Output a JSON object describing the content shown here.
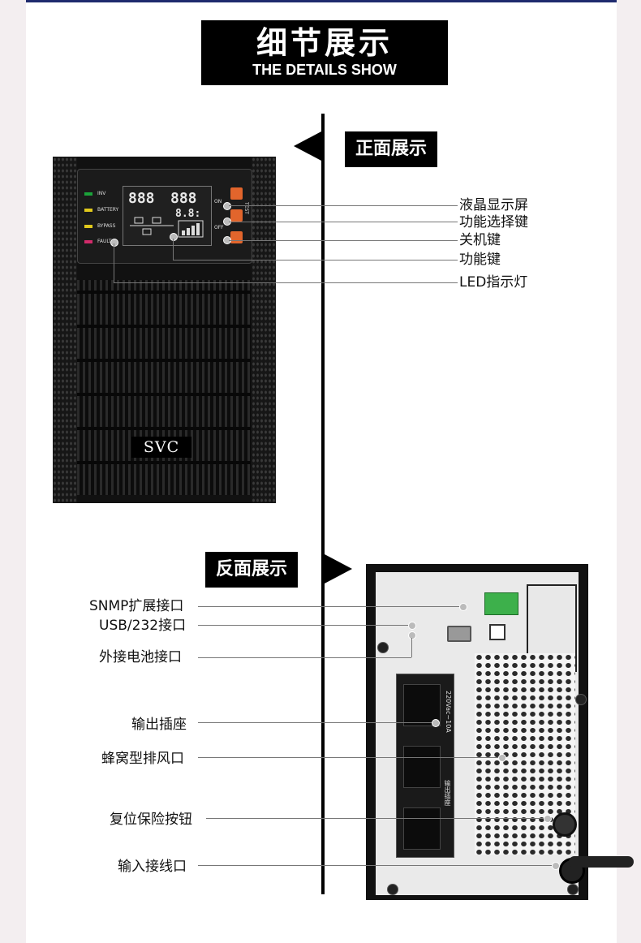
{
  "header": {
    "title_cn": "细节展示",
    "title_en": "THE DETAILS SHOW"
  },
  "front": {
    "section_label": "正面展示",
    "brand": "SVC",
    "indicators": [
      "INV",
      "BATTERY",
      "BYPASS",
      "FAULT"
    ],
    "buttons": [
      "ON",
      "TEST",
      "OFF"
    ],
    "lcd_digits_left": "888",
    "lcd_digits_right": "888",
    "lcd_digits_mid": "8.8:",
    "callouts": [
      "液晶显示屏",
      "功能选择键",
      "关机键",
      "功能键",
      "LED指示灯"
    ]
  },
  "back": {
    "section_label": "反面展示",
    "outlet_label": "220Vac~10A",
    "outlet_caption": "输出插座",
    "callouts": [
      "SNMP扩展接口",
      "USB/232接口",
      "外接电池接口",
      "输出插座",
      "蜂窝型排风口",
      "复位保险按钮",
      "输入接线口"
    ]
  },
  "colors": {
    "accent_orange": "#e2652c",
    "terminal_green": "#3db04b",
    "top_rule": "#1f2a6e"
  }
}
